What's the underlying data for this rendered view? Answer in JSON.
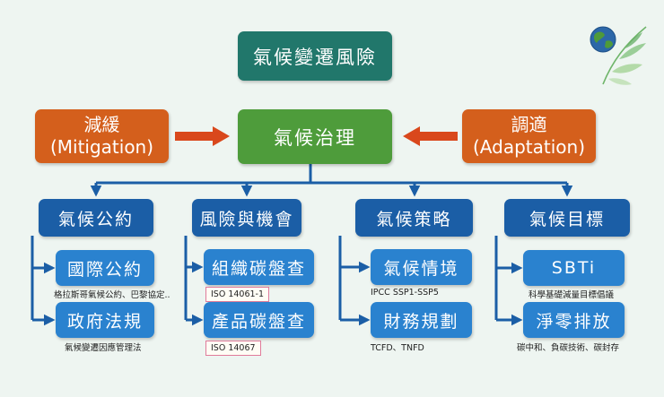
{
  "title": "氣候變遷風險",
  "center": "氣候治理",
  "left": {
    "line1": "減緩",
    "line2": "(Mitigation)"
  },
  "right": {
    "line1": "調適",
    "line2": "(Adaptation)"
  },
  "categories": [
    {
      "label": "氣候公約",
      "items": [
        {
          "label": "國際公約",
          "note": "格拉斯哥氣候公約、巴黎協定.."
        },
        {
          "label": "政府法規",
          "note": "氣候變遷因應管理法"
        }
      ]
    },
    {
      "label": "風險與機會",
      "items": [
        {
          "label": "組織碳盤查",
          "note": "ISO 14061-1"
        },
        {
          "label": "產品碳盤查",
          "note": "ISO 14067"
        }
      ]
    },
    {
      "label": "氣候策略",
      "items": [
        {
          "label": "氣候情境",
          "note": "IPCC SSP1-SSP5"
        },
        {
          "label": "財務規劃",
          "note": "TCFD、TNFD"
        }
      ]
    },
    {
      "label": "氣候目標",
      "items": [
        {
          "label": "SBTi",
          "note": "科學基礎減量目標倡議"
        },
        {
          "label": "淨零排放",
          "note": "碳中和、負碳技術、碳封存"
        }
      ]
    }
  ],
  "colors": {
    "title": "#21776b",
    "center": "#4e9c3b",
    "side": "#d45f1c",
    "level1": "#1b5ea6",
    "level2": "#2a82cf",
    "arrow": "#1b5ea6",
    "side_arrow": "#d9481c",
    "tag_border": "#e07b9b"
  },
  "logo_icon": "globe-leaf-icon"
}
